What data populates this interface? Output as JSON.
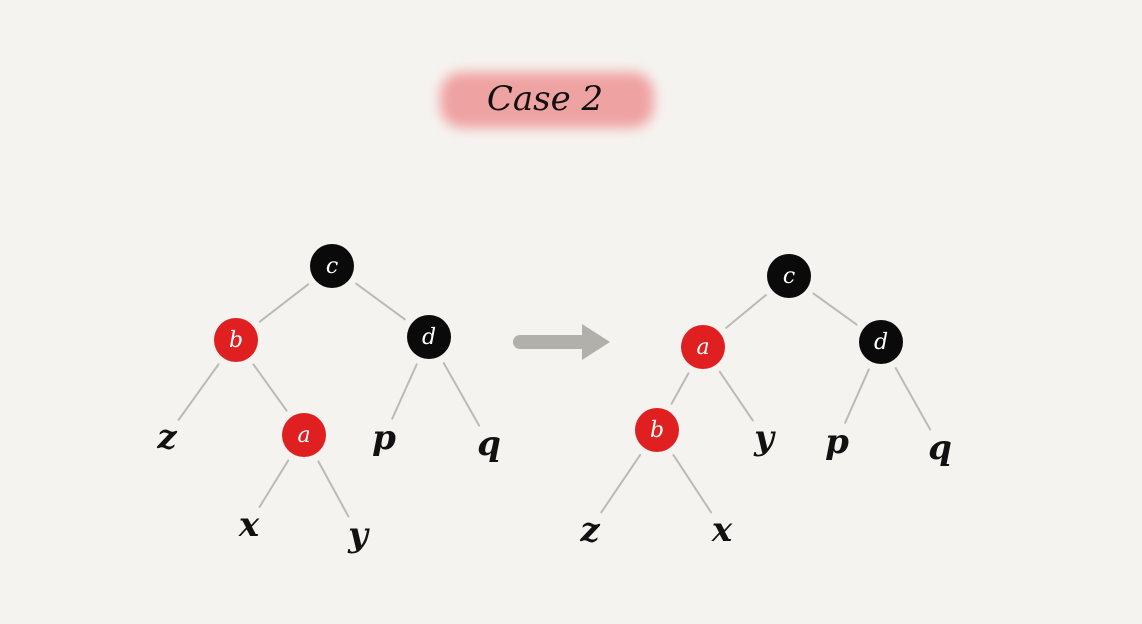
{
  "title": "Case 2",
  "colors": {
    "background": "#f5f3f0",
    "title_highlight": "#ef9a9a",
    "red_node": "#e02020",
    "black_node": "#0a0a0a",
    "edge": "#bdbab5",
    "arrow": "#b2b0aa",
    "text": "#111111"
  },
  "before": {
    "nodes": [
      {
        "id": "c",
        "label": "c",
        "color": "black"
      },
      {
        "id": "b",
        "label": "b",
        "color": "red"
      },
      {
        "id": "d",
        "label": "d",
        "color": "black"
      },
      {
        "id": "a",
        "label": "a",
        "color": "red"
      }
    ],
    "leaves": [
      {
        "id": "z",
        "label": "z"
      },
      {
        "id": "x",
        "label": "x"
      },
      {
        "id": "y",
        "label": "y"
      },
      {
        "id": "p",
        "label": "p"
      },
      {
        "id": "q",
        "label": "q"
      }
    ],
    "edges": [
      [
        "c",
        "b"
      ],
      [
        "c",
        "d"
      ],
      [
        "b",
        "z"
      ],
      [
        "b",
        "a"
      ],
      [
        "a",
        "x"
      ],
      [
        "a",
        "y"
      ],
      [
        "d",
        "p"
      ],
      [
        "d",
        "q"
      ]
    ]
  },
  "after": {
    "nodes": [
      {
        "id": "c",
        "label": "c",
        "color": "black"
      },
      {
        "id": "a",
        "label": "a",
        "color": "red"
      },
      {
        "id": "d",
        "label": "d",
        "color": "black"
      },
      {
        "id": "b",
        "label": "b",
        "color": "red"
      }
    ],
    "leaves": [
      {
        "id": "y",
        "label": "y"
      },
      {
        "id": "p",
        "label": "p"
      },
      {
        "id": "q",
        "label": "q"
      },
      {
        "id": "z",
        "label": "z"
      },
      {
        "id": "x",
        "label": "x"
      }
    ],
    "edges": [
      [
        "c",
        "a"
      ],
      [
        "c",
        "d"
      ],
      [
        "a",
        "b"
      ],
      [
        "a",
        "y"
      ],
      [
        "b",
        "z"
      ],
      [
        "b",
        "x"
      ],
      [
        "d",
        "p"
      ],
      [
        "d",
        "q"
      ]
    ]
  }
}
